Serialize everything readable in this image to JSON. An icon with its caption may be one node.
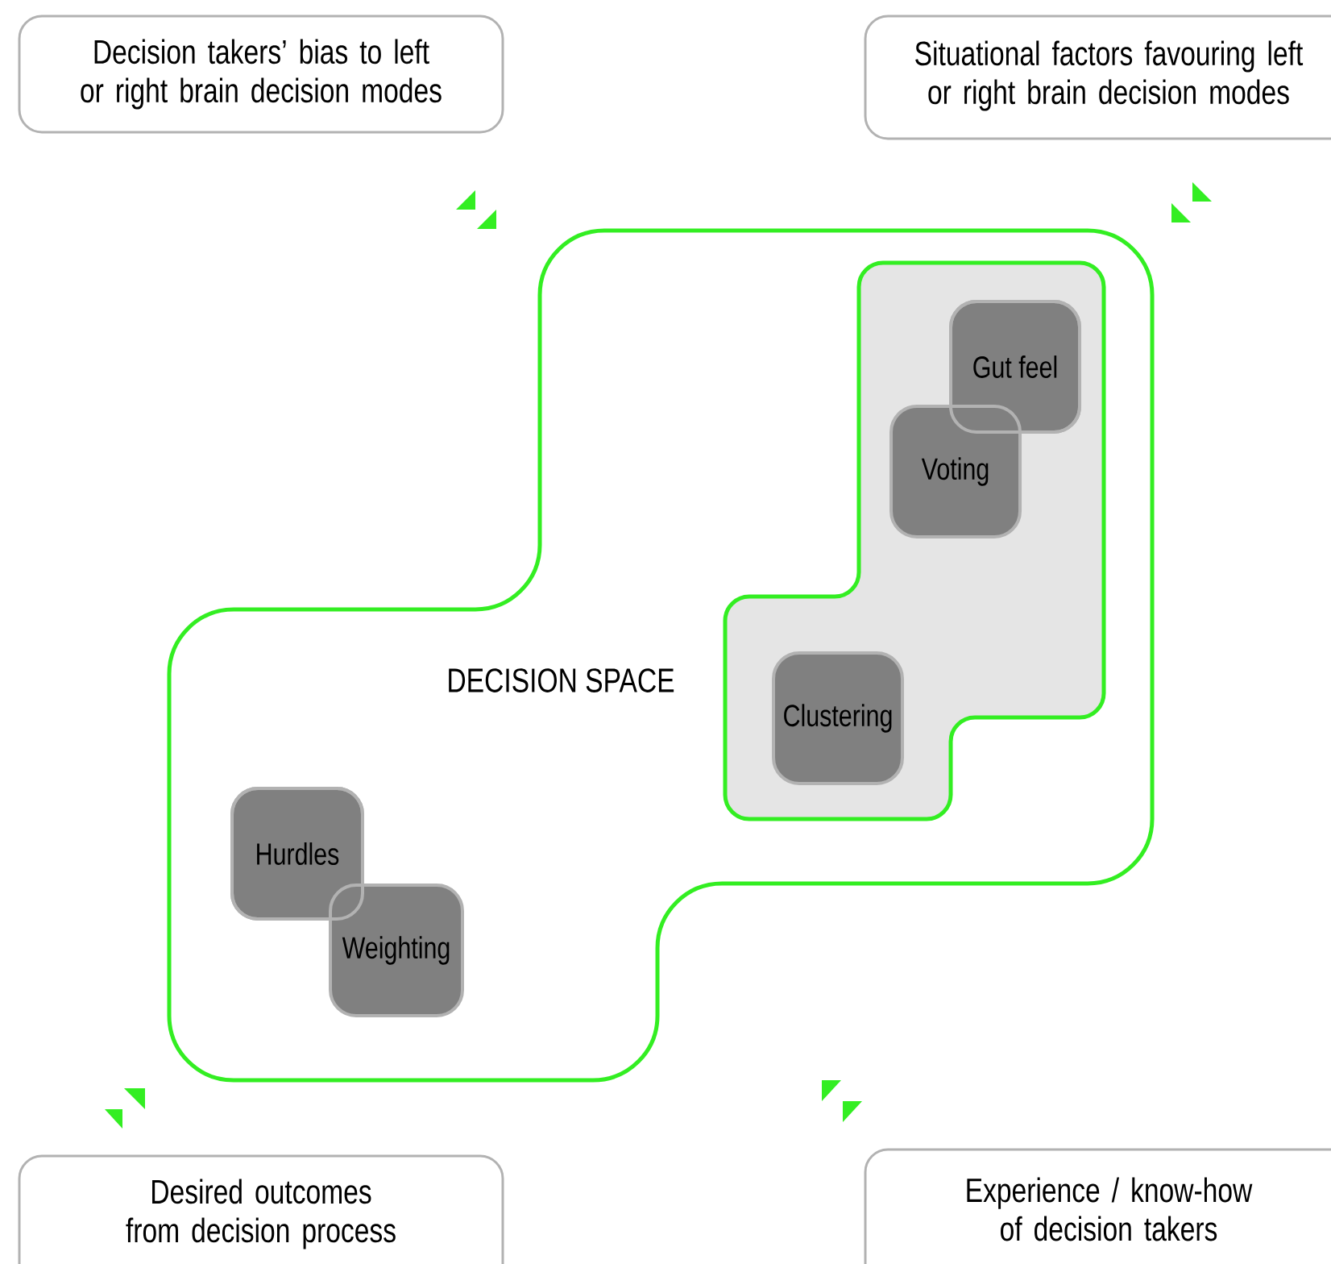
{
  "diagram": {
    "nodes": [
      {
        "text": [
          "Decision takers’ bias to left or right brain decision modes"
        ]
      },
      {
        "text": [
          "Situational factors favouring left or right brain decision modes"
        ]
      },
      {
        "text": [
          "DECISION SPACE"
        ]
      },
      {
        "text": [],
        "shape": "box",
        "in": 2
      },
      {
        "text": [
          "Gut feel"
        ],
        "in": 3
      },
      {
        "text": [
          "Voting"
        ],
        "in": 3
      },
      {
        "text": [
          "Clustering"
        ],
        "in": 3
      },
      {
        "text": [
          "Hurdles"
        ],
        "in": 2
      },
      {
        "text": [
          "Weighting"
        ],
        "in": 2
      },
      {
        "text": [
          "Desired outcomes from decision process"
        ]
      },
      {
        "text": [
          "Experience / know-how of decision takers"
        ]
      }
    ]
  }
}
